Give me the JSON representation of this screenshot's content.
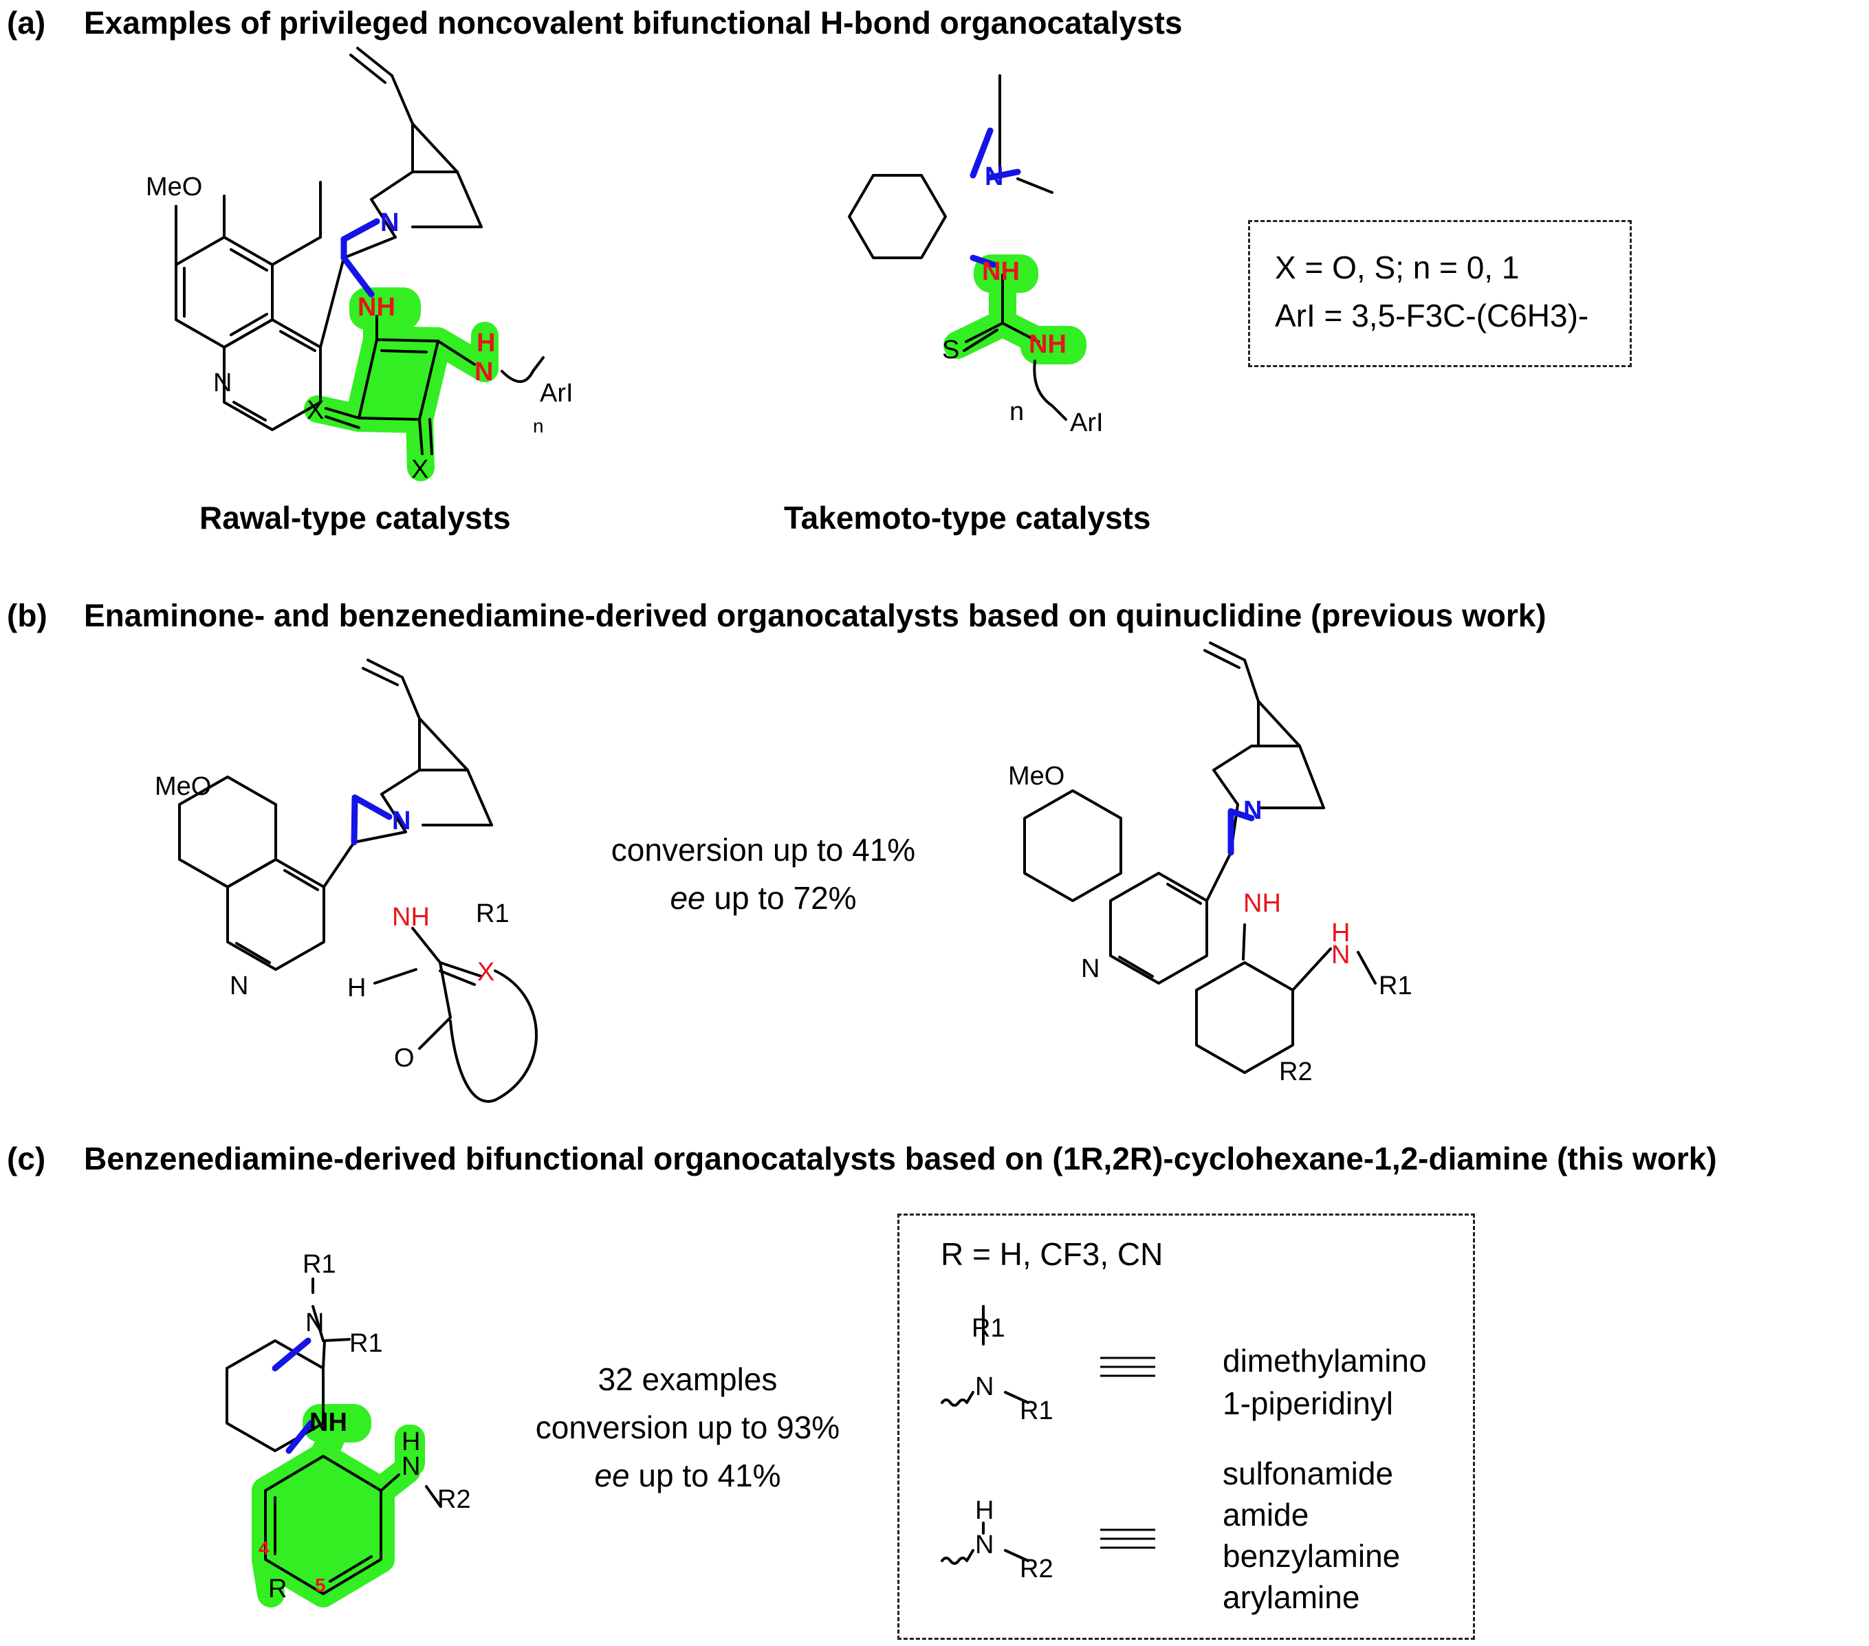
{
  "panel_a": {
    "tag": "(a)",
    "title": "Examples of privileged noncovalent bifunctional H-bond organocatalysts",
    "rawal_caption": "Rawal-type catalysts",
    "takemoto_caption": "Takemoto-type catalysts",
    "box_line1": "X = O, S;  n = 0, 1",
    "box_line2": "ArI = 3,5-F3C-(C6H3)-",
    "labels": {
      "meo": "MeO",
      "n": "N",
      "nh": "NH",
      "h": "H",
      "x": "X",
      "ari": "ArI",
      "sub_n": "n",
      "s": "S"
    }
  },
  "panel_b": {
    "tag": "(b)",
    "title": "Enaminone- and benzenediamine-derived organocatalysts based on quinuclidine (previous work)",
    "line1": "conversion up to 41%",
    "line2_ee": "ee",
    "line2_rest": " up to 72%",
    "labels": {
      "meo": "MeO",
      "n": "N",
      "nh": "NH",
      "h": "H",
      "x": "X",
      "o": "O",
      "r1": "R1",
      "r2": "R2"
    }
  },
  "panel_c": {
    "tag": "(c)",
    "title": "Benzenediamine-derived bifunctional organocatalysts based on (1R,2R)-cyclohexane-1,2-diamine (this work)",
    "line1": "32 examples",
    "line2": "conversion up to 93%",
    "line3_ee": "ee",
    "line3_rest": " up to 41%",
    "box_r": "R = H, CF3, CN",
    "amine_types": [
      "dimethylamino",
      "1-piperidinyl"
    ],
    "nh_types": [
      "sulfonamide",
      "amide",
      "benzylamine",
      "arylamine"
    ],
    "labels": {
      "n": "N",
      "nh": "NH",
      "h": "H",
      "r": "R",
      "r1": "R1",
      "r2": "R2",
      "pos4": "4",
      "pos5": "5"
    }
  },
  "colors": {
    "highlight": "#33ee22",
    "bond_blue": "#1414e6",
    "hetero_red": "#e8141b"
  }
}
